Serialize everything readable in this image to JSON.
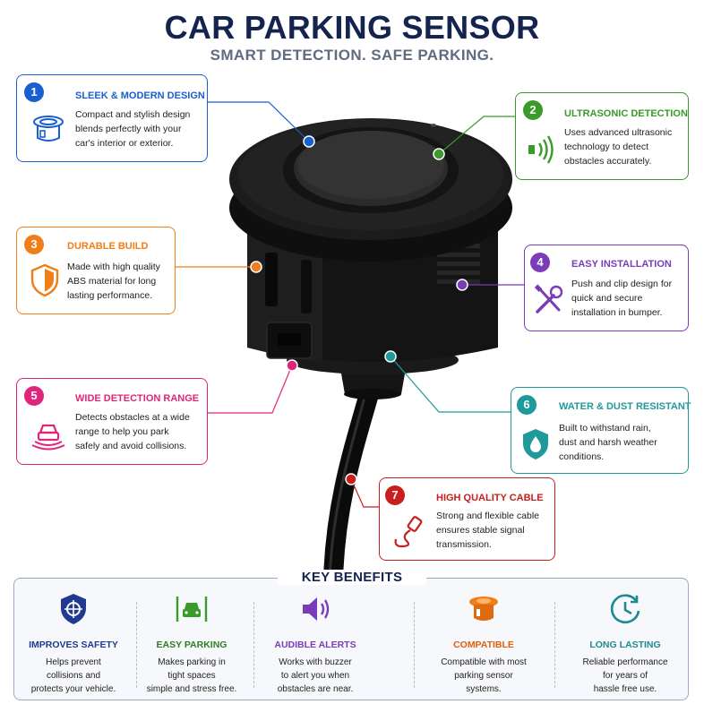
{
  "header": {
    "title": "CAR PARKING SENSOR",
    "subtitle": "SMART DETECTION. SAFE PARKING."
  },
  "colors": {
    "navy": "#14244f",
    "blue": "#1a5fd0",
    "green": "#3a9a2a",
    "orange": "#f07d18",
    "purple": "#7a3cb8",
    "pink": "#e0247c",
    "teal": "#1f9a9a",
    "red": "#c81e1e"
  },
  "features": [
    {
      "num": "1",
      "title": "SLEEK & MODERN DESIGN",
      "desc": [
        "Compact and stylish design",
        "blends perfectly with your",
        "car's interior or exterior."
      ],
      "icon": "sensor-outline-icon"
    },
    {
      "num": "2",
      "title": "ULTRASONIC DETECTION",
      "desc": [
        "Uses advanced ultrasonic",
        "technology to detect",
        "obstacles accurately."
      ],
      "icon": "sound-waves-icon"
    },
    {
      "num": "3",
      "title": "DURABLE BUILD",
      "desc": [
        "Made with high quality",
        "ABS material for long",
        "lasting performance."
      ],
      "icon": "shield-icon"
    },
    {
      "num": "4",
      "title": "EASY INSTALLATION",
      "desc": [
        "Push and clip design for",
        "quick and secure",
        "installation in bumper."
      ],
      "icon": "tools-icon"
    },
    {
      "num": "5",
      "title": "WIDE DETECTION RANGE",
      "desc": [
        "Detects obstacles at a wide",
        "range to help you park",
        "safely and avoid collisions."
      ],
      "icon": "car-waves-icon"
    },
    {
      "num": "6",
      "title": "WATER & DUST RESISTANT",
      "desc": [
        "Built to withstand rain,",
        "dust and harsh weather",
        "conditions."
      ],
      "icon": "water-shield-icon"
    },
    {
      "num": "7",
      "title": "HIGH QUALITY CABLE",
      "desc": [
        "Strong and flexible cable",
        "ensures stable signal",
        "transmission."
      ],
      "icon": "cable-plug-icon"
    }
  ],
  "benefits": {
    "heading": "KEY BENEFITS",
    "items": [
      {
        "title": "IMPROVES SAFETY",
        "desc": [
          "Helps prevent",
          "collisions and",
          "protects your vehicle."
        ],
        "icon": "safety-shield-icon"
      },
      {
        "title": "EASY PARKING",
        "desc": [
          "Makes parking in",
          "tight spaces",
          "simple and stress free."
        ],
        "icon": "car-parking-icon"
      },
      {
        "title": "AUDIBLE ALERTS",
        "desc": [
          "Works with buzzer",
          "to alert you when",
          "obstacles are near."
        ],
        "icon": "speaker-icon"
      },
      {
        "title": "COMPATIBLE",
        "desc": [
          "Compatible with most",
          "parking sensor",
          "systems."
        ],
        "icon": "sensor-icon"
      },
      {
        "title": "LONG LASTING",
        "desc": [
          "Reliable performance",
          "for years of",
          "hassle free use."
        ],
        "icon": "clock-icon"
      }
    ]
  }
}
